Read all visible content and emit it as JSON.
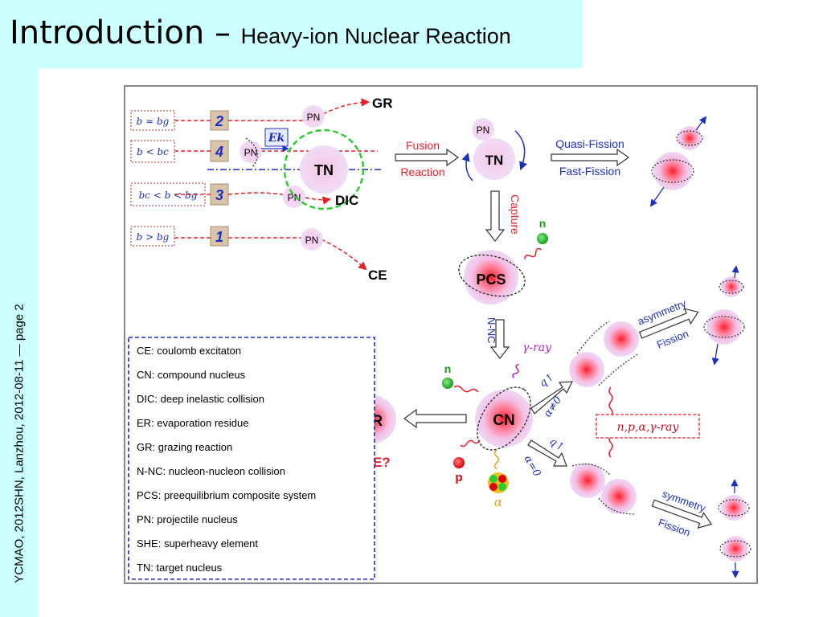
{
  "title": {
    "main": "Introduction – ",
    "sub": "Heavy-ion Nuclear Reaction"
  },
  "footer_vertical": "YCMAO, 2012SHN, Lanzhou, 2012-08-11 — page 2",
  "diagram": {
    "impact_conditions": [
      {
        "label": "b ≈ bg",
        "case": "2"
      },
      {
        "label": "b < bc",
        "case": "4"
      },
      {
        "label": "bc < b < bg",
        "case": "3"
      },
      {
        "label": "b > bg",
        "case": "1"
      }
    ],
    "energy_label": "Ek",
    "nuclei": {
      "PN": "PN",
      "TN": "TN",
      "PCS": "PCS",
      "CN": "CN",
      "ER": "ER"
    },
    "outcomes": {
      "GR": "GR",
      "DIC": "DIC",
      "CE": "CE"
    },
    "process_labels": {
      "fusion": "Fusion",
      "reaction": "Reaction",
      "quasi_fission": "Quasi-Fission",
      "fast_fission": "Fast-Fission",
      "capture": "Capture",
      "nnc": "N-NC",
      "asymmetry": "asymmetry",
      "asym_fission": "Fission",
      "symmetry": "symmetry",
      "sym_fission": "Fission",
      "she": "SHE?",
      "gamma_ray": "γ-ray",
      "q_up_ne": "q↑",
      "alpha_ne0": "α≠0",
      "q_up_eq": "q↑",
      "alpha_eq0": "α=0",
      "emission_box": "n,p,α,γ-ray",
      "n1": "n",
      "n2": "n",
      "p": "p",
      "alpha": "α"
    },
    "legend": [
      "CE: coulomb excitaton",
      "CN: compound nucleus",
      "DIC: deep inelastic collision",
      "ER: evaporation residue",
      "GR: grazing reaction",
      "N-NC: nucleon-nucleon collision",
      "PCS: preequilibrium  composite system",
      "PN: projectile nucleus",
      "SHE: superheavy element",
      "TN: target nucleus"
    ],
    "colors": {
      "red": "#e8202a",
      "blue": "#1c2fbf",
      "green": "#2ecc2e",
      "nucleus_pink": "#f3c6e8"
    }
  }
}
